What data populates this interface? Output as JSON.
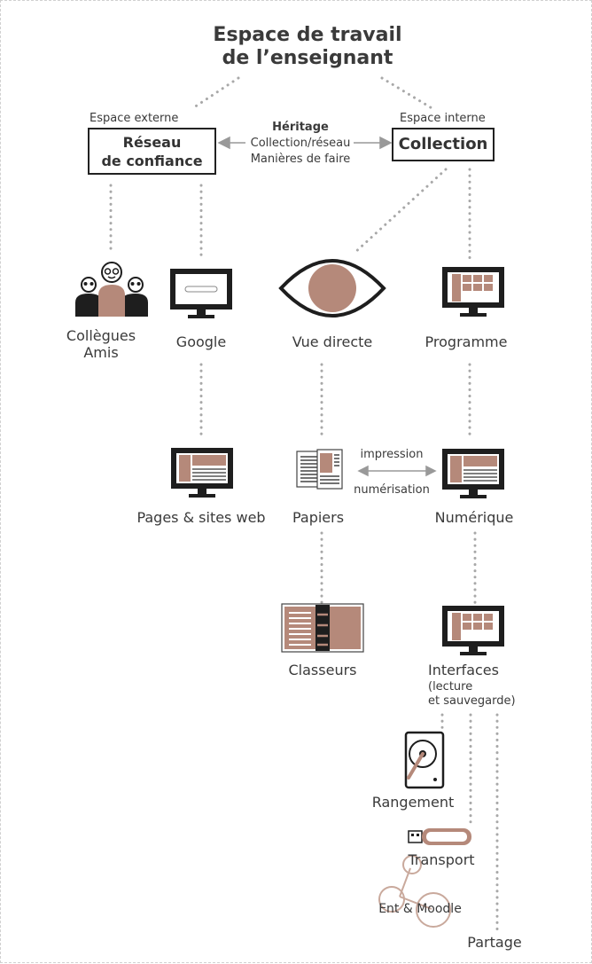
{
  "title": [
    "Espace de travail",
    "de l’enseignant"
  ],
  "external_space": {
    "label": "Espace externe",
    "box": [
      "Réseau",
      "de confiance"
    ]
  },
  "internal_space": {
    "label": "Espace interne",
    "box": "Collection"
  },
  "heritage": {
    "title": "Héritage",
    "lines": [
      "Collection/réseau",
      "Manières de faire"
    ]
  },
  "nodes": {
    "colleagues": [
      "Collègues",
      "Amis"
    ],
    "google": "Google",
    "direct_view": "Vue directe",
    "program": "Programme",
    "web_pages": "Pages & sites web",
    "papers": "Papiers",
    "digital": "Numérique",
    "binders": "Classeurs",
    "interfaces": [
      "Interfaces",
      "(lecture",
      "et sauvegarde)"
    ],
    "storage": "Rangement",
    "transport": "Transport",
    "ent": "Ent & Moodle",
    "sharing": "Partage"
  },
  "arrow_labels": {
    "print": "impression",
    "scan": "numérisation"
  },
  "colors": {
    "accent": "#b5897a",
    "dark": "#1e1e1e",
    "dots": "#a8a8a8",
    "arrow": "#999999"
  }
}
